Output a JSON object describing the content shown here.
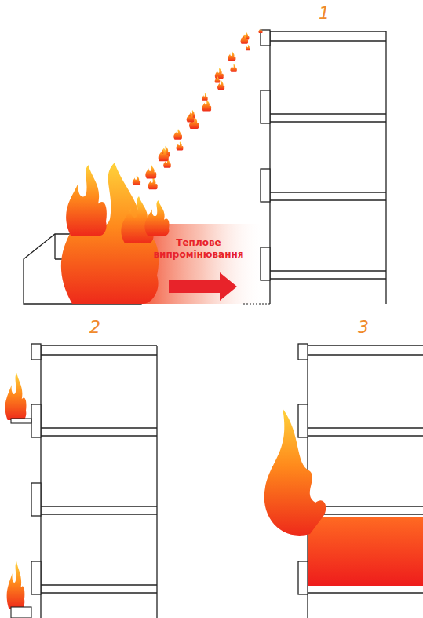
{
  "diagram": {
    "labels": [
      "1",
      "Теплове випромінювання",
      "2",
      "3"
    ]
  }
}
